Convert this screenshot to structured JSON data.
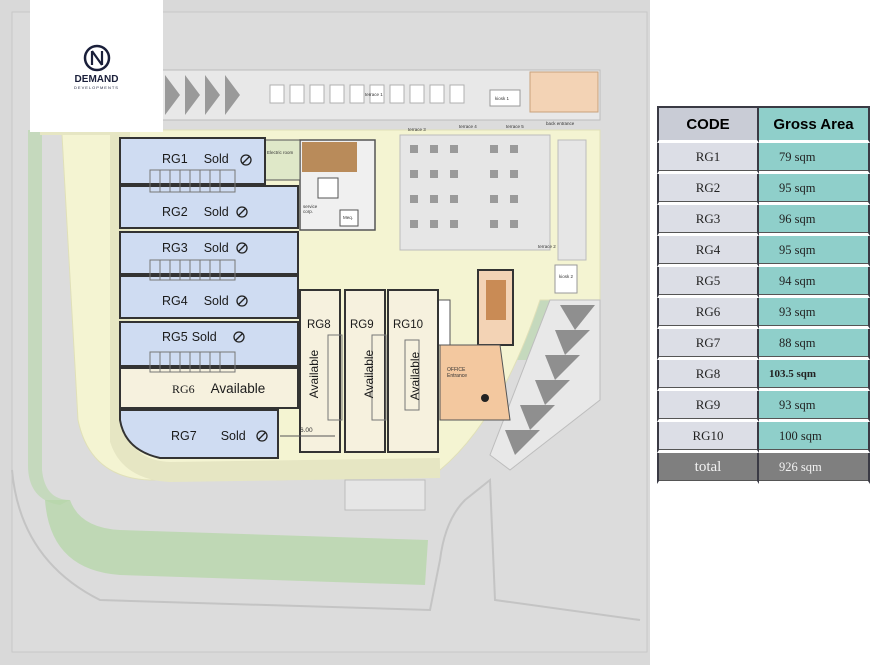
{
  "brand": {
    "name": "DEMAND",
    "subtitle": "DEVELOPMENTS"
  },
  "units": [
    {
      "code": "RG1",
      "status": "Sold"
    },
    {
      "code": "RG2",
      "status": "Sold"
    },
    {
      "code": "RG3",
      "status": "Sold"
    },
    {
      "code": "RG4",
      "status": "Sold"
    },
    {
      "code": "RG5",
      "status": "Sold"
    },
    {
      "code": "RG6",
      "status": "Available"
    },
    {
      "code": "RG7",
      "status": "Sold"
    },
    {
      "code": "RG8",
      "status": "Available"
    },
    {
      "code": "RG9",
      "status": "Available"
    },
    {
      "code": "RG10",
      "status": "Available"
    }
  ],
  "plan_labels": {
    "electric_room": "Electric room",
    "service_corp": "service corp.",
    "meq": "Meq.",
    "office_entrance": "OFFICE Entrance",
    "dimension": "6.00",
    "terrace_1": "terrace 1",
    "terrace_2": "terrace 2",
    "terrace_3": "terrace 3",
    "terrace_4": "terrace 4",
    "terrace_5": "terrace 5",
    "kiosk_1": "kiosk 1",
    "kiosk_2": "kiosk 2",
    "back_entrance": "back entrance"
  },
  "table": {
    "headers": {
      "code": "CODE",
      "area": "Gross Area"
    },
    "rows": [
      {
        "code": "RG1",
        "area": "79 sqm"
      },
      {
        "code": "RG2",
        "area": "95 sqm"
      },
      {
        "code": "RG3",
        "area": "96 sqm"
      },
      {
        "code": "RG4",
        "area": "95 sqm"
      },
      {
        "code": "RG5",
        "area": "94 sqm"
      },
      {
        "code": "RG6",
        "area": "93 sqm"
      },
      {
        "code": "RG7",
        "area": "88 sqm"
      },
      {
        "code": "RG8",
        "area": "103.5 sqm"
      },
      {
        "code": "RG9",
        "area": "93 sqm"
      },
      {
        "code": "RG10",
        "area": "100 sqm"
      }
    ],
    "total": {
      "label": "total",
      "area": "926 sqm"
    }
  },
  "colors": {
    "sold_unit": "#cfdcf2",
    "available_unit": "#f6f1de",
    "plaza": "#f4f4d2",
    "greenery": "#b6d7a8",
    "ground": "#d9d9d9",
    "table_code": "#dcdee6",
    "table_area": "#8fcfca",
    "table_total": "#7f7f7f"
  }
}
